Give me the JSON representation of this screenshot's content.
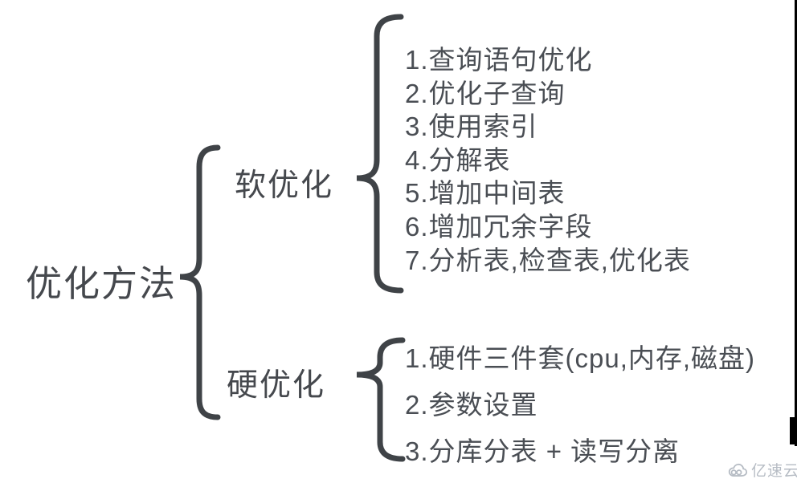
{
  "root": {
    "label": "优化方法"
  },
  "branches": [
    {
      "label": "软优化",
      "items": [
        "1.查询语句优化",
        "2.优化子查询",
        "3.使用索引",
        "4.分解表",
        "5.增加中间表",
        "6.增加冗余字段",
        "7.分析表,检查表,优化表"
      ]
    },
    {
      "label": "硬优化",
      "items": [
        "1.硬件三件套(cpu,内存,磁盘)",
        "2.参数设置",
        "3.分库分表 + 读写分离"
      ]
    }
  ],
  "watermark": {
    "text": "亿速云",
    "icon": "cloud-logo-icon"
  },
  "colors": {
    "background": "#ffffff",
    "text": "#45484d",
    "brace": "#3f4347",
    "watermark": "#b6bcc4",
    "edge_bar": "#000000"
  }
}
